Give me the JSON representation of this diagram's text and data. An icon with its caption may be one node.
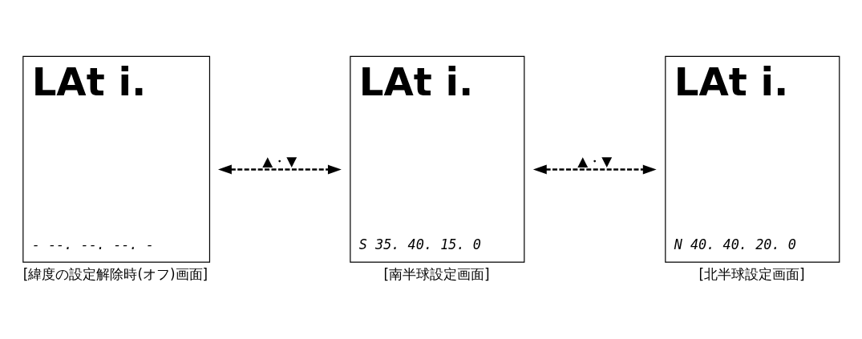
{
  "diagram": {
    "nodes": [
      {
        "text": [
          "LAt i.",
          "- --. --. --. -"
        ],
        "beside": [
          "[緯度の設定解除時(オフ)画面]"
        ]
      },
      {
        "text": [
          "LAt i.",
          "S 35. 40. 15. 0"
        ],
        "beside": [
          "[南半球設定画面]"
        ]
      },
      {
        "text": [
          "LAt i.",
          "N 40. 40. 20. 0"
        ],
        "beside": [
          "[北半球設定画面]"
        ]
      }
    ],
    "edges": [
      {
        "from": 0,
        "to": 1,
        "arrow": "both",
        "style": "dashed",
        "label": "▲・▼"
      },
      {
        "from": 1,
        "to": 2,
        "arrow": "both",
        "style": "dashed",
        "label": "▲・▼"
      }
    ]
  }
}
